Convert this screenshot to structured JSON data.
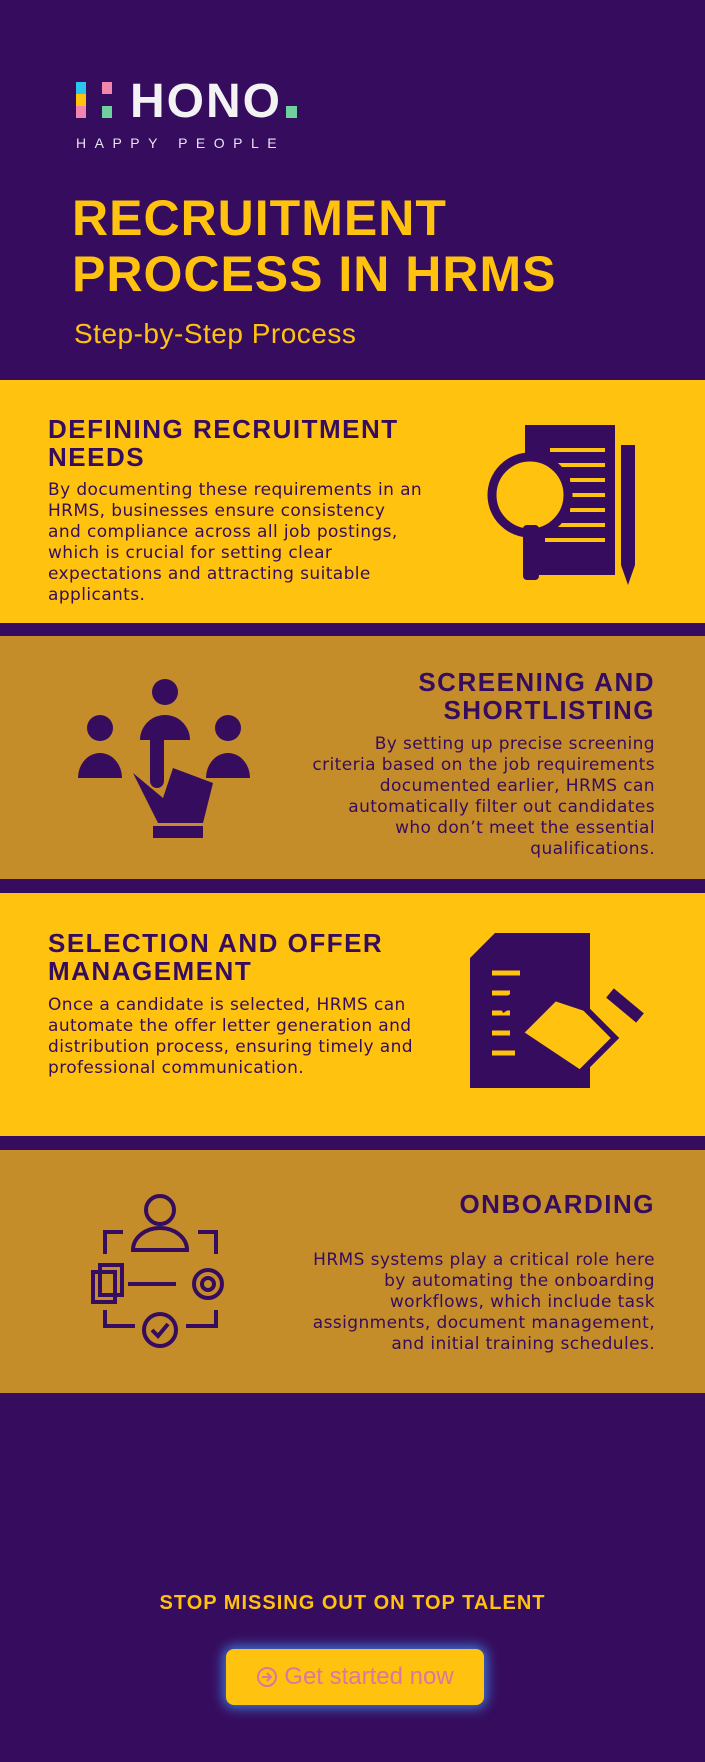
{
  "brand": {
    "name": "HONO",
    "tagline": "HAPPY PEOPLE"
  },
  "header": {
    "title_line1": "RECRUITMENT",
    "title_line2": "PROCESS IN HRMS",
    "subtitle": "Step-by-Step Process"
  },
  "sections": [
    {
      "heading": "DEFINING RECRUITMENT NEEDS",
      "body": "By documenting these requirements in an HRMS, businesses ensure consistency and compliance across all job postings, which is crucial for setting clear expectations and attracting suitable applicants.",
      "icon": "document-search-icon"
    },
    {
      "heading": "SCREENING AND SHORTLISTING",
      "body": "By setting up precise screening criteria based on the job requirements documented earlier, HRMS can automatically filter out candidates who don’t meet the essential qualifications.",
      "icon": "select-candidate-icon"
    },
    {
      "heading": "SELECTION AND OFFER MANAGEMENT",
      "body": "Once a candidate is selected, HRMS can automate the offer letter generation and distribution process, ensuring timely and professional communication.",
      "icon": "contract-handshake-icon"
    },
    {
      "heading": "ONBOARDING",
      "body": "HRMS systems play a critical role here by automating the onboarding workflows, which include task assignments, document management, and initial training schedules.",
      "icon": "workflow-icon"
    }
  ],
  "footer": {
    "cta": "STOP MISSING OUT ON TOP TALENT",
    "button": "Get started now"
  },
  "colors": {
    "purple": "#360c5e",
    "yellow": "#ffc20e",
    "tan": "#c48d2a",
    "button_text": "#d779a0"
  }
}
